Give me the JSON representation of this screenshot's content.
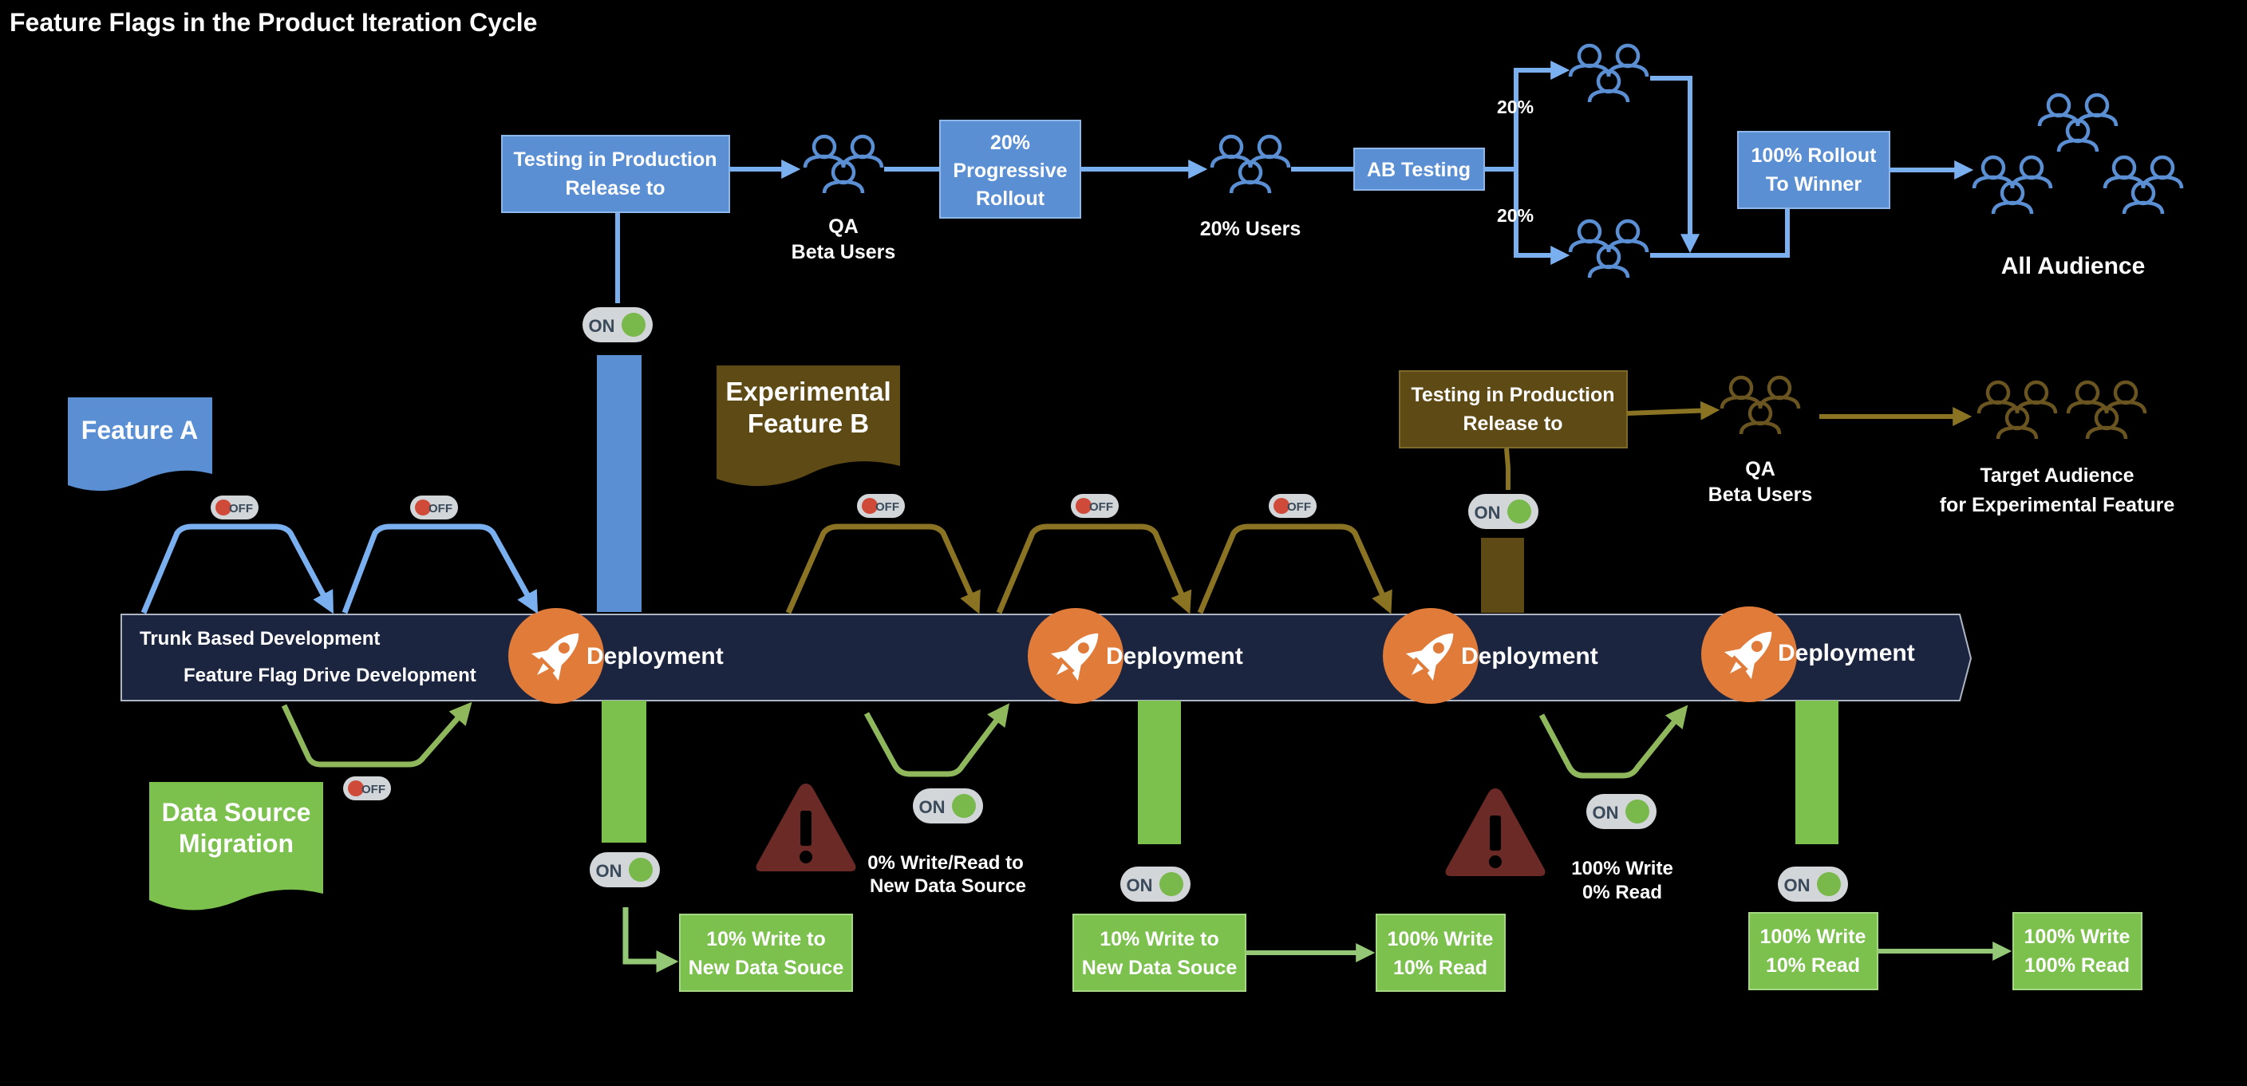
{
  "title": "Feature Flags in the Product Iteration Cycle",
  "colors": {
    "background": "#000000",
    "blue": "#5b8fd4",
    "blue_line": "#7ab0f0",
    "brown": "#5e4a14",
    "brown_line": "#8a7424",
    "brown_icon": "#6a5520",
    "green": "#7cc04e",
    "green_line": "#94c876",
    "timeline": "#1c2540",
    "rocket": "#e07b3a",
    "warning": "#6b2a26"
  },
  "timeline": {
    "line1": "Trunk Based Development",
    "line2": "Feature Flag Drive Development",
    "deployment_label": "Deployment"
  },
  "toggles": {
    "on": "ON",
    "off": "OFF"
  },
  "feature_a": {
    "label": "Feature A",
    "testing_box": [
      "Testing in Production",
      "Release to"
    ],
    "qa_label": [
      "QA",
      "Beta Users"
    ],
    "progressive_box": [
      "20%",
      "Progressive",
      "Rollout"
    ],
    "users_20": "20% Users",
    "ab_box": "AB Testing",
    "split_top": "20%",
    "split_bottom": "20%",
    "winner_box": [
      "100% Rollout",
      "To Winner"
    ],
    "all_audience": "All Audience"
  },
  "feature_b": {
    "label": [
      "Experimental",
      "Feature B"
    ],
    "testing_box": [
      "Testing in Production",
      "Release to"
    ],
    "qa_label": [
      "QA",
      "Beta Users"
    ],
    "target": [
      "Target Audience",
      "for Experimental Feature"
    ]
  },
  "data_source": {
    "label": [
      "Data Source",
      "Migration"
    ],
    "box1": [
      "10% Write to",
      "New Data Souce"
    ],
    "note1": [
      "0% Write/Read to",
      "New Data Source"
    ],
    "box2": [
      "10% Write to",
      "New Data Souce"
    ],
    "box3": [
      "100% Write",
      "10% Read"
    ],
    "note2": [
      "100% Write",
      "0% Read"
    ],
    "box4": [
      "100% Write",
      "10% Read"
    ],
    "box5": [
      "100% Write",
      "100% Read"
    ]
  },
  "icons": {
    "rocket": "rocket-icon",
    "people": "people-group-icon",
    "warning": "warning-triangle-icon",
    "toggle_on": "toggle-on-icon",
    "toggle_off": "toggle-off-icon"
  }
}
